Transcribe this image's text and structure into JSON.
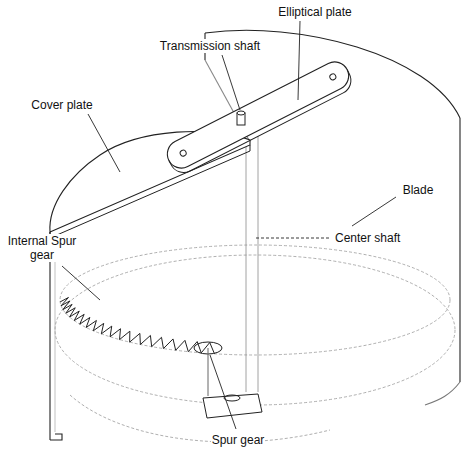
{
  "diagram": {
    "labels": [
      "Elliptical plate",
      "Transmission shaft",
      "Cover plate",
      "Blade",
      "Internal Spur gear",
      "Center shaft",
      "Spur gear"
    ]
  }
}
